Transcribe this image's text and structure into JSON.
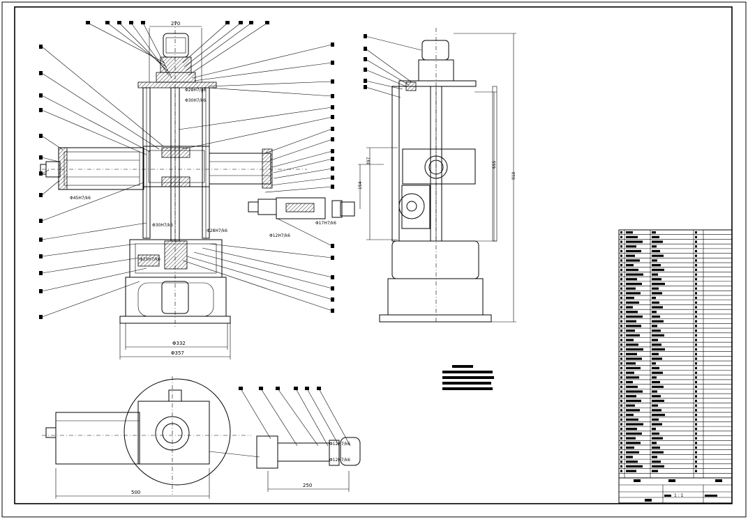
{
  "drawing": {
    "front_view": {
      "dim_top": "270",
      "dim_base_inner": "Φ332",
      "dim_base_outer": "Φ357",
      "fit_left": "Φ45H7/k6",
      "fit_upper_1": "Φ28H7/g6",
      "fit_upper_2": "Φ30H7/k6",
      "fit_lower_1": "Φ30H7/k6",
      "fit_lower_2": "Φ28H7/k6",
      "fit_base": "Φ25H7/k6",
      "fit_right_1": "Φ17H7/k6",
      "fit_right_2": "Φ12H7/k6"
    },
    "side_view": {
      "dim_total": "910",
      "dim_arm": "655",
      "dim_mid": "397",
      "dim_low": "154"
    },
    "top_view": {
      "dim_width": "500",
      "dim_gripper": "250",
      "fit_g1": "Φ12H7/k6",
      "fit_g2": "Φ12H7/k6"
    },
    "title_block": {
      "scale": "1 : 1"
    }
  }
}
